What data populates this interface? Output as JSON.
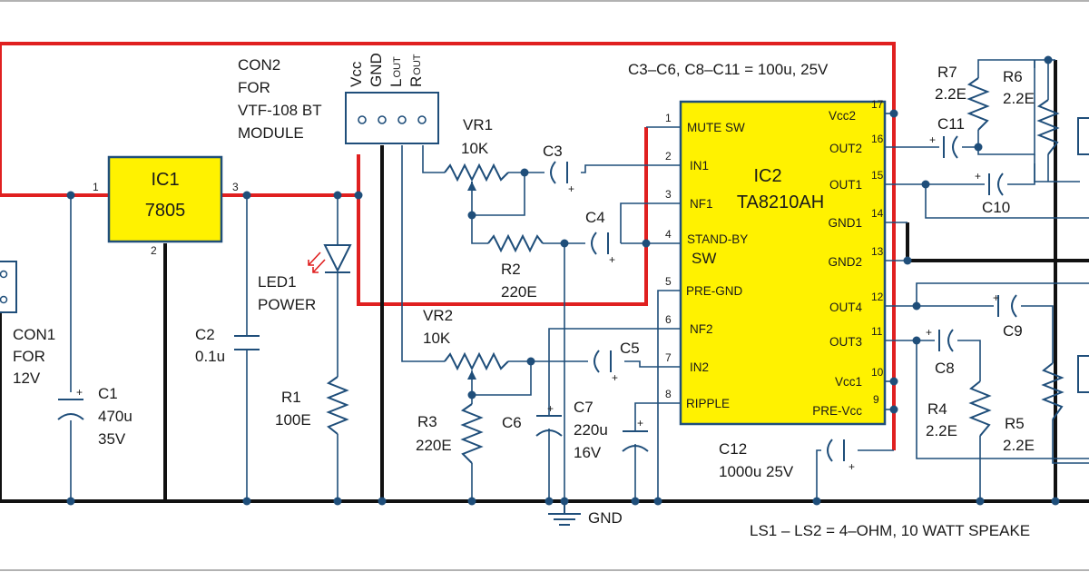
{
  "ic1": {
    "name": "IC1",
    "part": "7805",
    "pin_in": "1",
    "pin_gnd": "2",
    "pin_out": "3"
  },
  "ic2": {
    "name": "IC2",
    "part": "TA8210AH",
    "left_pins": [
      {
        "num": "1",
        "name": "MUTE SW"
      },
      {
        "num": "2",
        "name": "IN1"
      },
      {
        "num": "3",
        "name": "NF1"
      },
      {
        "num": "4",
        "name": "STAND-BY"
      },
      {
        "num": "5",
        "name": "PRE-GND"
      },
      {
        "num": "6",
        "name": "NF2"
      },
      {
        "num": "7",
        "name": "IN2"
      },
      {
        "num": "8",
        "name": "RIPPLE"
      }
    ],
    "standby_extra": "SW",
    "right_pins": [
      {
        "num": "17",
        "name": "Vcc2"
      },
      {
        "num": "16",
        "name": "OUT2"
      },
      {
        "num": "15",
        "name": "OUT1"
      },
      {
        "num": "14",
        "name": "GND1"
      },
      {
        "num": "13",
        "name": "GND2"
      },
      {
        "num": "12",
        "name": "OUT4"
      },
      {
        "num": "11",
        "name": "OUT3"
      },
      {
        "num": "10",
        "name": "Vcc1"
      },
      {
        "num": "9",
        "name": "PRE-Vcc"
      }
    ]
  },
  "con2": {
    "lines": [
      "CON2",
      "FOR",
      "VTF-108 BT",
      "MODULE"
    ],
    "pins": [
      "Vcc",
      "GND",
      "L",
      "R"
    ],
    "pin_subs": [
      "",
      "",
      "OUT",
      "OUT"
    ]
  },
  "con1": {
    "lines": [
      "CON1",
      "FOR",
      "12V"
    ]
  },
  "led1": {
    "lines": [
      "LED1",
      "POWER"
    ]
  },
  "c1": {
    "name": "C1",
    "value": "470u",
    "voltage": "35V"
  },
  "c2": {
    "name": "C2",
    "value": "0.1u"
  },
  "r1": {
    "name": "R1",
    "value": "100E"
  },
  "vr1": {
    "name": "VR1",
    "value": "10K"
  },
  "vr2": {
    "name": "VR2",
    "value": "10K"
  },
  "r2": {
    "name": "R2",
    "value": "220E"
  },
  "r3": {
    "name": "R3",
    "value": "220E"
  },
  "c3": {
    "name": "C3"
  },
  "c4": {
    "name": "C4"
  },
  "c5": {
    "name": "C5"
  },
  "c6": {
    "name": "C6"
  },
  "c7": {
    "name": "C7",
    "value": "220u",
    "voltage": "16V"
  },
  "c8": {
    "name": "C8"
  },
  "c9": {
    "name": "C9"
  },
  "c10": {
    "name": "C10"
  },
  "c11": {
    "name": "C11"
  },
  "c12": {
    "name": "C12",
    "value": "1000u  25V"
  },
  "r4": {
    "name": "R4",
    "value": "2.2E"
  },
  "r5": {
    "name": "R5",
    "value": "2.2E"
  },
  "r6": {
    "name": "R6",
    "value": "2.2E"
  },
  "r7": {
    "name": "R7",
    "value": "2.2E"
  },
  "notes": {
    "cap_note": "C3–C6, C8–C11 = 100u, 25V",
    "speaker_note": "LS1 – LS2 = 4–OHM, 10 WATT SPEAKE"
  },
  "gnd_label": "GND",
  "colors": {
    "wire": "#1f4e7a",
    "power_rail": "#e02020",
    "ground_rail": "#111111",
    "ic_fill": "#fff200"
  }
}
